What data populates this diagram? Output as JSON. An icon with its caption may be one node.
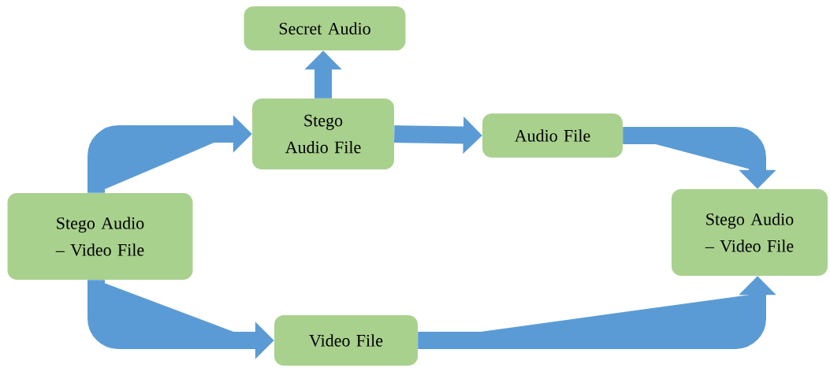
{
  "diagram": {
    "nodes": [
      {
        "text": [
          "Stego Audio – Video File"
        ]
      },
      {
        "text": [
          "Stego Audio File"
        ]
      },
      {
        "text": [
          "Secret Audio"
        ]
      },
      {
        "text": [
          "Audio File"
        ]
      },
      {
        "text": [
          "Stego Audio – Video File"
        ]
      },
      {
        "text": [
          "Video File"
        ]
      }
    ],
    "edges": [
      {
        "from": 0,
        "to": 1,
        "arrow": "to"
      },
      {
        "from": 1,
        "to": 2,
        "arrow": "to"
      },
      {
        "from": 1,
        "to": 3,
        "arrow": "to"
      },
      {
        "from": 3,
        "to": 4,
        "arrow": "to"
      },
      {
        "from": 0,
        "to": 5,
        "arrow": "to"
      },
      {
        "from": 5,
        "to": 4,
        "arrow": "to"
      }
    ]
  }
}
